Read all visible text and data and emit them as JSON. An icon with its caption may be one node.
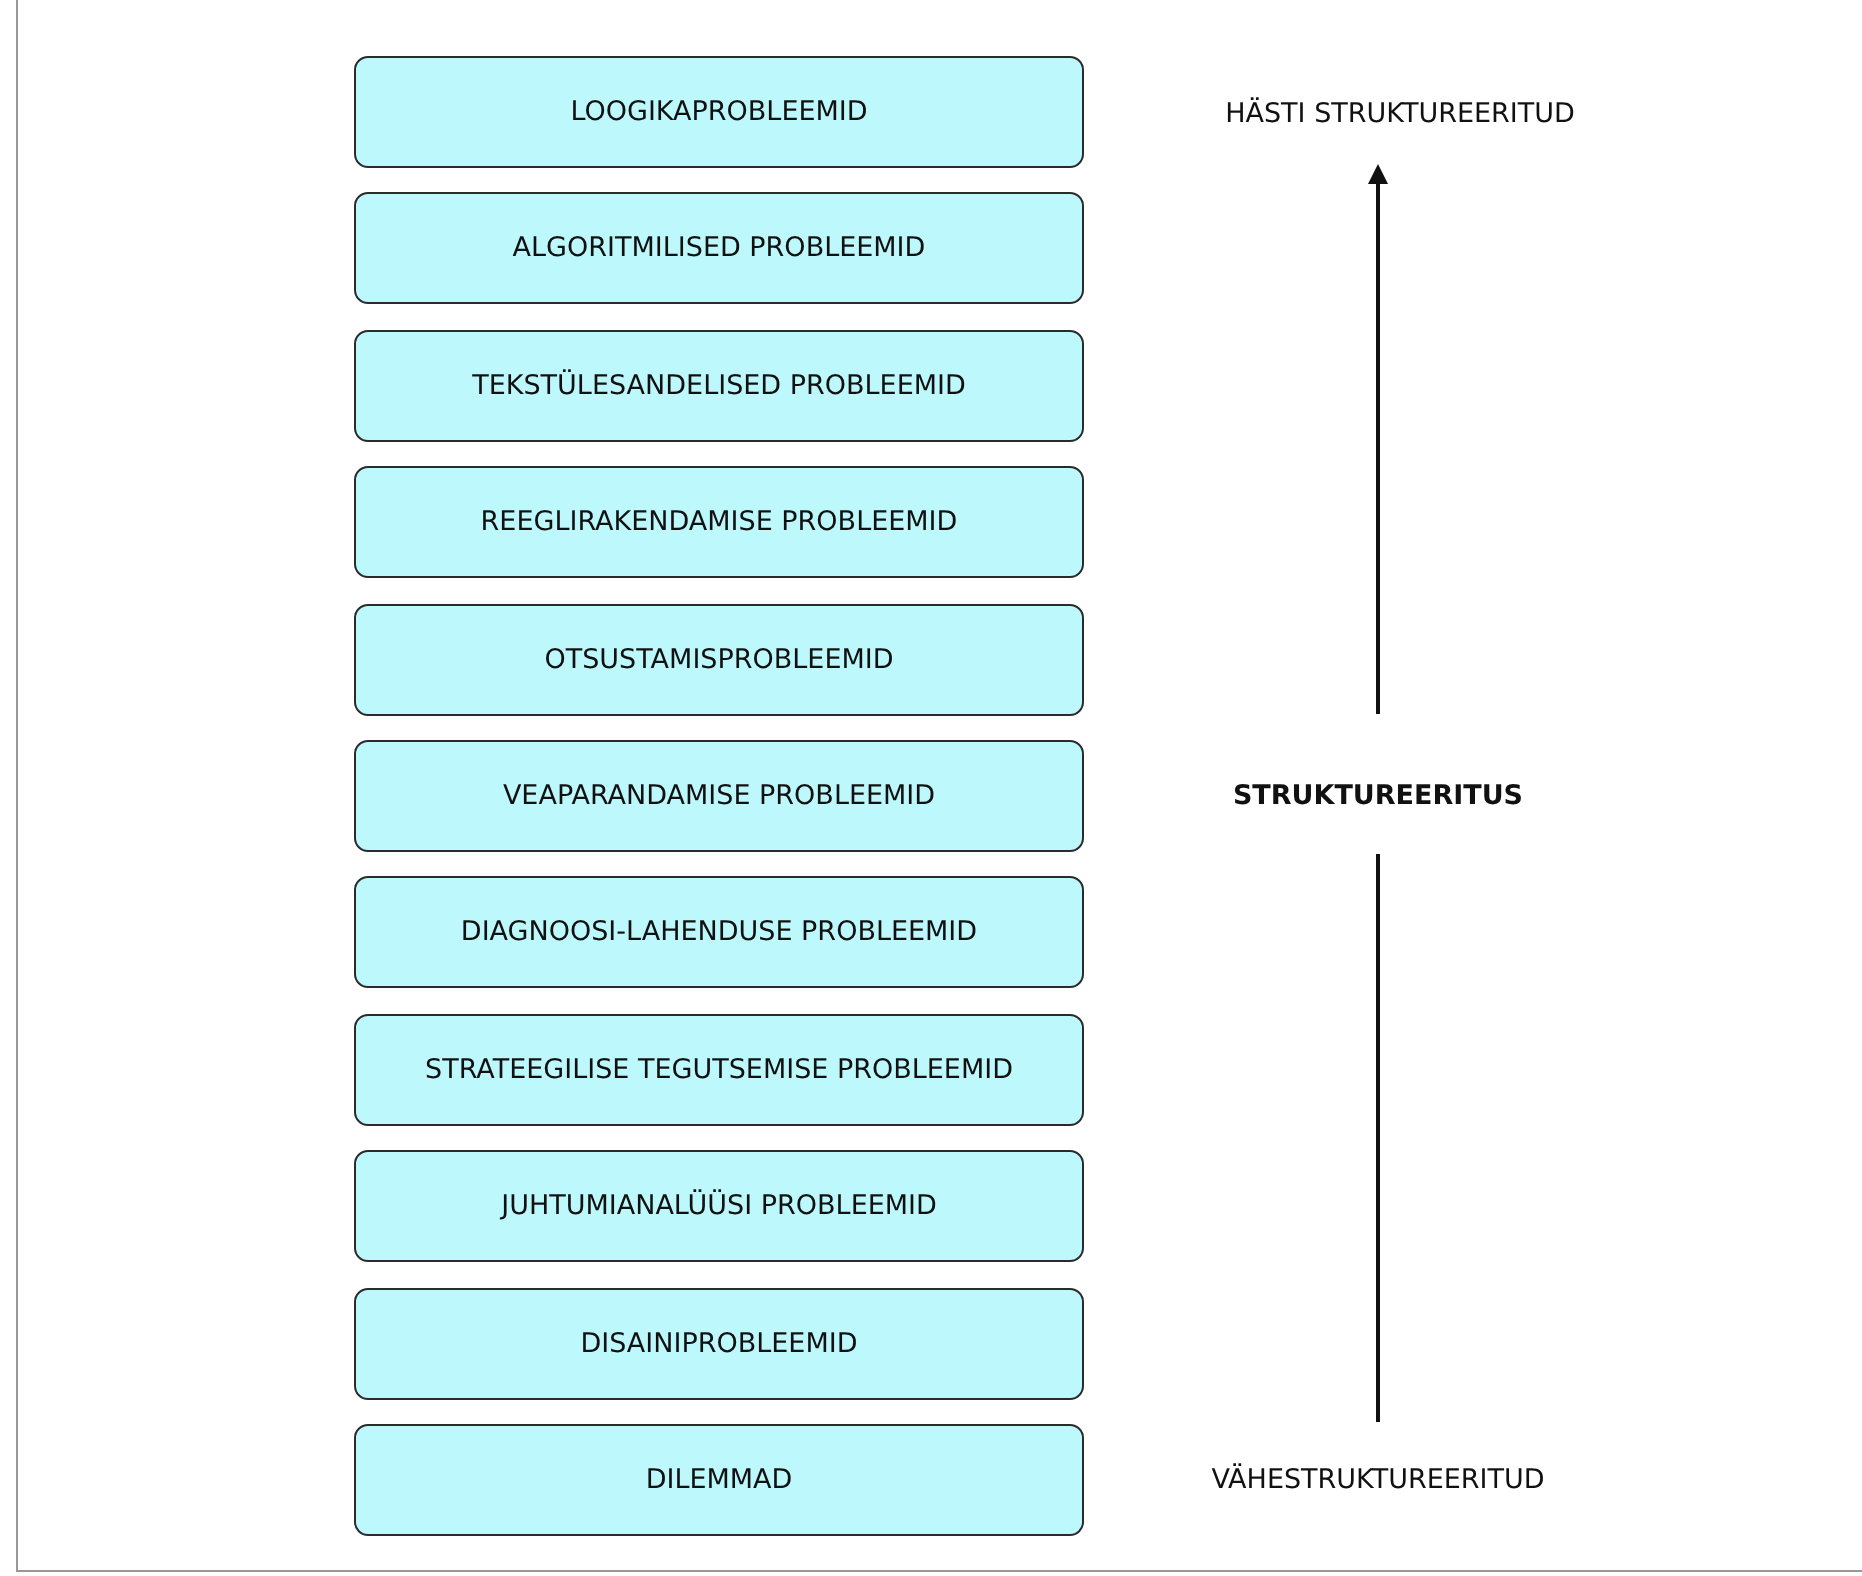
{
  "diagram": {
    "nodes": [
      {
        "text": [
          "LOOGIKAPROBLEEMID"
        ]
      },
      {
        "text": [
          "ALGORITMILISED PROBLEEMID"
        ]
      },
      {
        "text": [
          "TEKSTÜLESANDELISED PROBLEEMID"
        ]
      },
      {
        "text": [
          "REEGLIRAKENDAMISE PROBLEEMID"
        ]
      },
      {
        "text": [
          "OTSUSTAMISPROBLEEMID"
        ]
      },
      {
        "text": [
          "VEAPARANDAMISE PROBLEEMID"
        ]
      },
      {
        "text": [
          "DIAGNOOSI-LAHENDUSE PROBLEEMID"
        ]
      },
      {
        "text": [
          "STRATEEGILISE TEGUTSEMISE PROBLEEMID"
        ]
      },
      {
        "text": [
          "JUHTUMIANALÜÜSI PROBLEEMID"
        ]
      },
      {
        "text": [
          "DISAINIPROBLEEMID"
        ]
      },
      {
        "text": [
          "DILEMMAD"
        ]
      }
    ],
    "labels": [
      "HÄSTI STRUKTUREERITUD",
      "STRUKTUREERITUS",
      "VÄHESTRUKTUREERITUD"
    ]
  }
}
